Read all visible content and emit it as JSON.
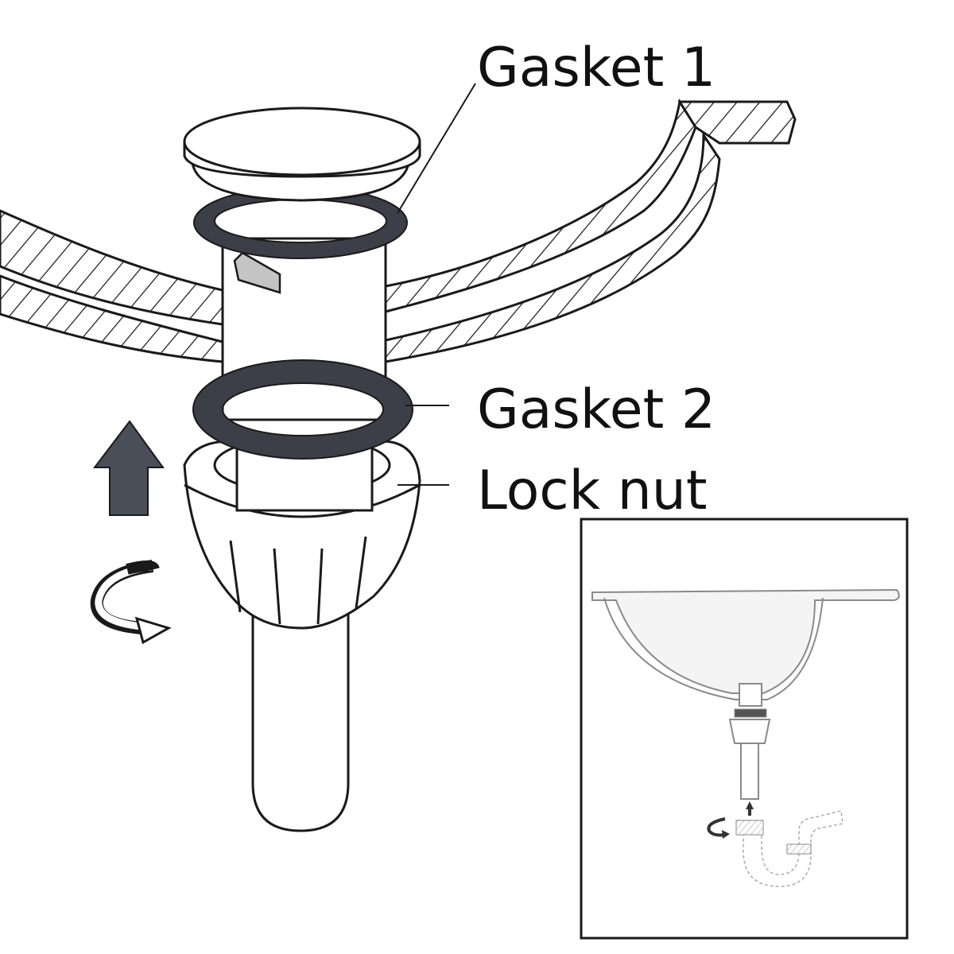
{
  "labels": {
    "gasket_1": "Gasket 1",
    "gasket_2": "Gasket 2",
    "lock_nut": "Lock nut"
  },
  "colors": {
    "line": "#1a1a1a",
    "gasket": "#3c3f47",
    "arrow": "#4a4e59",
    "inset_line": "#8a8a8a",
    "inset_fill": "#f4f4f4",
    "background": "#ffffff"
  }
}
